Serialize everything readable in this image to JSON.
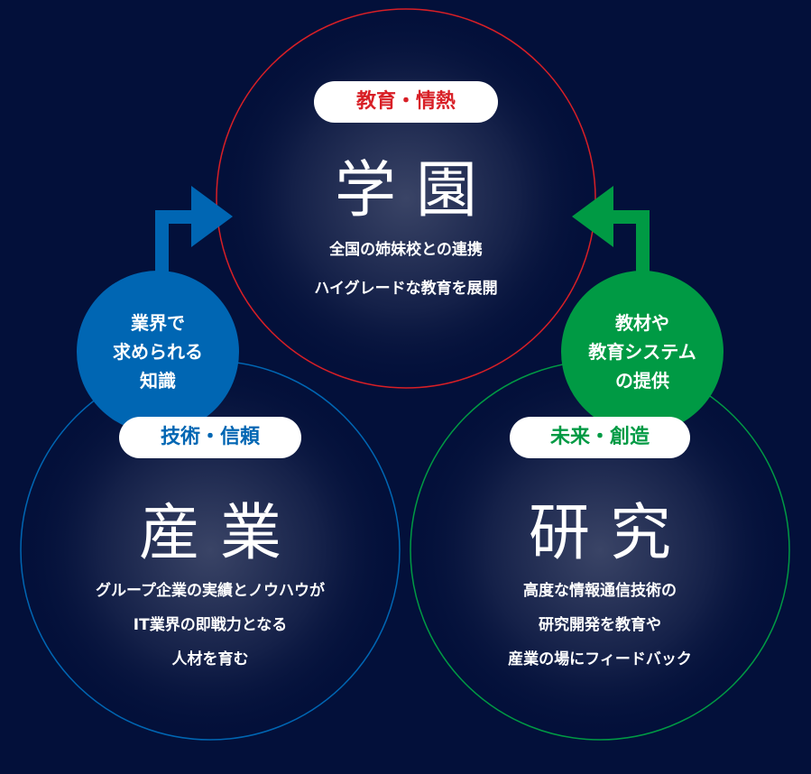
{
  "colors": {
    "background": "#03103a",
    "red": "#d81f26",
    "blue": "#0066b3",
    "green": "#009a44"
  },
  "top": {
    "badge": "教育・情熱",
    "title": "学園",
    "lines": [
      "全国の姉妹校との連携",
      "ハイグレードな教育を展開"
    ]
  },
  "left": {
    "badge": "技術・信頼",
    "title": "産業",
    "lines": [
      "グループ企業の実績とノウハウが",
      "IT業界の即戦力となる",
      "人材を育む"
    ]
  },
  "right": {
    "badge": "未来・創造",
    "title": "研究",
    "lines": [
      "高度な情報通信技術の",
      "研究開発を教育や",
      "産業の場にフィードバック"
    ]
  },
  "left_connector": {
    "lines": [
      "業界で",
      "求められる",
      "知識"
    ]
  },
  "right_connector": {
    "lines": [
      "教材や",
      "教育システム",
      "の提供"
    ]
  }
}
